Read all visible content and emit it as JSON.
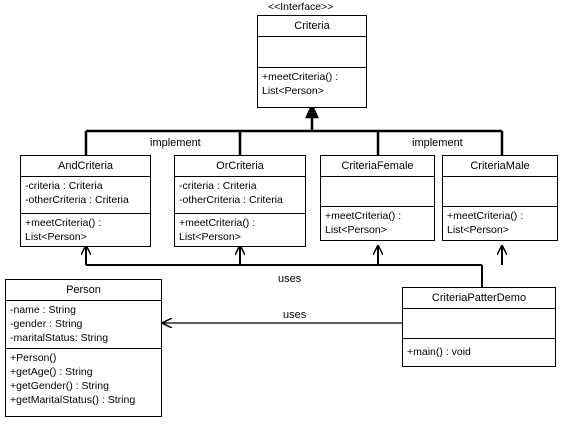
{
  "stereotype": "<<Interface>>",
  "classes": {
    "criteria": {
      "name": "Criteria",
      "attributes": [],
      "methods": [
        "+meetCriteria() :",
        "List<Person>"
      ]
    },
    "and_criteria": {
      "name": "AndCriteria",
      "attributes": [
        "-criteria : Criteria",
        "-otherCriteria  : Criteria"
      ],
      "methods": [
        "+meetCriteria() :",
        "List<Person>"
      ]
    },
    "or_criteria": {
      "name": "OrCriteria",
      "attributes": [
        "-criteria : Criteria",
        "-otherCriteria  : Criteria"
      ],
      "methods": [
        "+meetCriteria() :",
        "List<Person>"
      ]
    },
    "criteria_female": {
      "name": "CriteriaFemale",
      "attributes": [],
      "methods": [
        "+meetCriteria() :",
        "List<Person>"
      ]
    },
    "criteria_male": {
      "name": "CriteriaMale",
      "attributes": [],
      "methods": [
        "+meetCriteria() :",
        "List<Person>"
      ]
    },
    "person": {
      "name": "Person",
      "attributes": [
        "-name : String",
        "-gender  : String",
        "-maritalStatus: String"
      ],
      "methods": [
        "+Person()",
        "+getAge() : String",
        "+getGender() : String",
        "+getMaritalStatus() : String"
      ]
    },
    "demo": {
      "name": "CriteriaPatterDemo",
      "attributes": [],
      "methods": [
        "+main()  : void"
      ]
    }
  },
  "labels": {
    "implement_left": "implement",
    "implement_right": "implement",
    "uses_criteria": "uses",
    "uses_person": "uses"
  }
}
